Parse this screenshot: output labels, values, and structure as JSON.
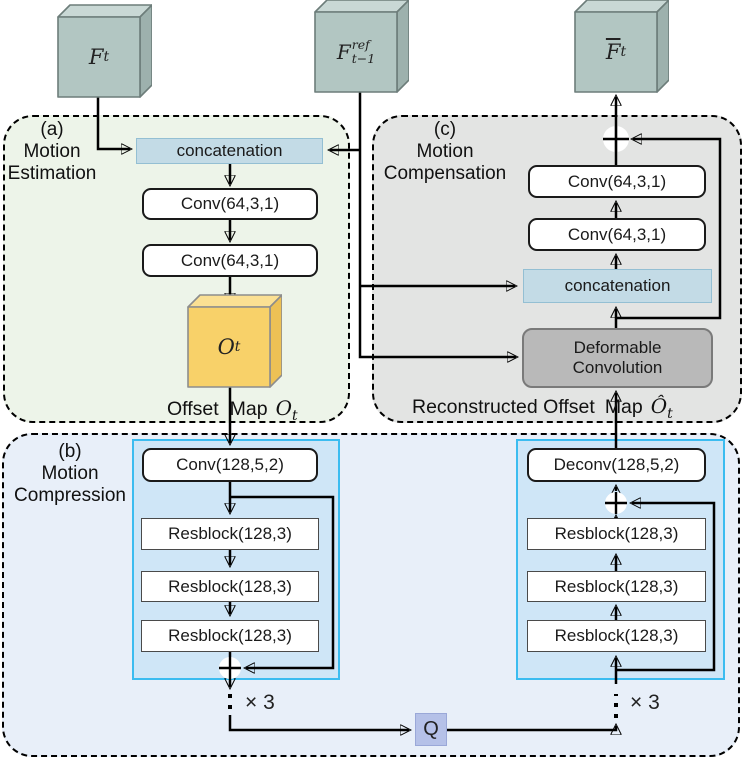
{
  "diagram": {
    "cubes": {
      "current_frame": {
        "base": "F",
        "sub": "t"
      },
      "reference_frame": {
        "base": "F",
        "sup": "ref",
        "sub": "t−1"
      },
      "reconstructed_frame": {
        "base": "F",
        "accent": "bar",
        "sub": "t"
      }
    },
    "panels": {
      "a": {
        "tag": "(a)",
        "line1": "Motion",
        "line2": "Estimation"
      },
      "b": {
        "tag": "(b)",
        "line1": "Motion",
        "line2": "Compression"
      },
      "c": {
        "tag": "(c)",
        "line1": "Motion",
        "line2": "Compensation"
      }
    },
    "motion_estimation": {
      "concat_label": "concatenation",
      "conv1_label": "Conv(64,3,1)",
      "conv2_label": "Conv(64,3,1)",
      "offset_cube": {
        "base": "O",
        "sub": "t"
      },
      "caption": {
        "word1": "Offset",
        "word2": "Map",
        "math_base": "O",
        "math_sub": "t"
      }
    },
    "motion_compensation": {
      "conv_top_label": "Conv(64,3,1)",
      "conv_bottom_label": "Conv(64,3,1)",
      "concat_label": "concatenation",
      "deform_line1": "Deformable",
      "deform_line2": "Convolution",
      "caption": {
        "word1": "Reconstructed Offset",
        "word2": "Map",
        "math_base": "Ô",
        "math_sub": "t"
      }
    },
    "motion_compression": {
      "encoder": {
        "conv_label": "Conv(128,5,2)",
        "resblocks": [
          "Resblock(128,3)",
          "Resblock(128,3)",
          "Resblock(128,3)"
        ],
        "repeat_label": "× 3"
      },
      "decoder": {
        "deconv_label": "Deconv(128,5,2)",
        "resblocks": [
          "Resblock(128,3)",
          "Resblock(128,3)",
          "Resblock(128,3)"
        ],
        "repeat_label": "× 3"
      },
      "quantizer_label": "Q"
    },
    "colors": {
      "panel_a_fill": "#edf4e9",
      "panel_b_fill": "#e8eff9",
      "panel_c_fill": "#e3e4e3",
      "inner_box_fill": "#cfe6f7",
      "inner_box_border": "#3bbcf0",
      "concat_fill": "#c3dbe6",
      "deform_fill": "#b9b9b9",
      "quantizer_fill": "#b5c1e8",
      "cube_teal_front": "#b2c6c2",
      "cube_teal_top": "#c9d8d5",
      "cube_teal_side": "#9db1ad",
      "cube_teal_stroke": "#6d7d7a",
      "offset_cube_front": "#f8d169",
      "offset_cube_top": "#fbe093",
      "offset_cube_side": "#edc155",
      "offset_cube_stroke": "#8d8d8d",
      "wire": "#000000"
    }
  }
}
